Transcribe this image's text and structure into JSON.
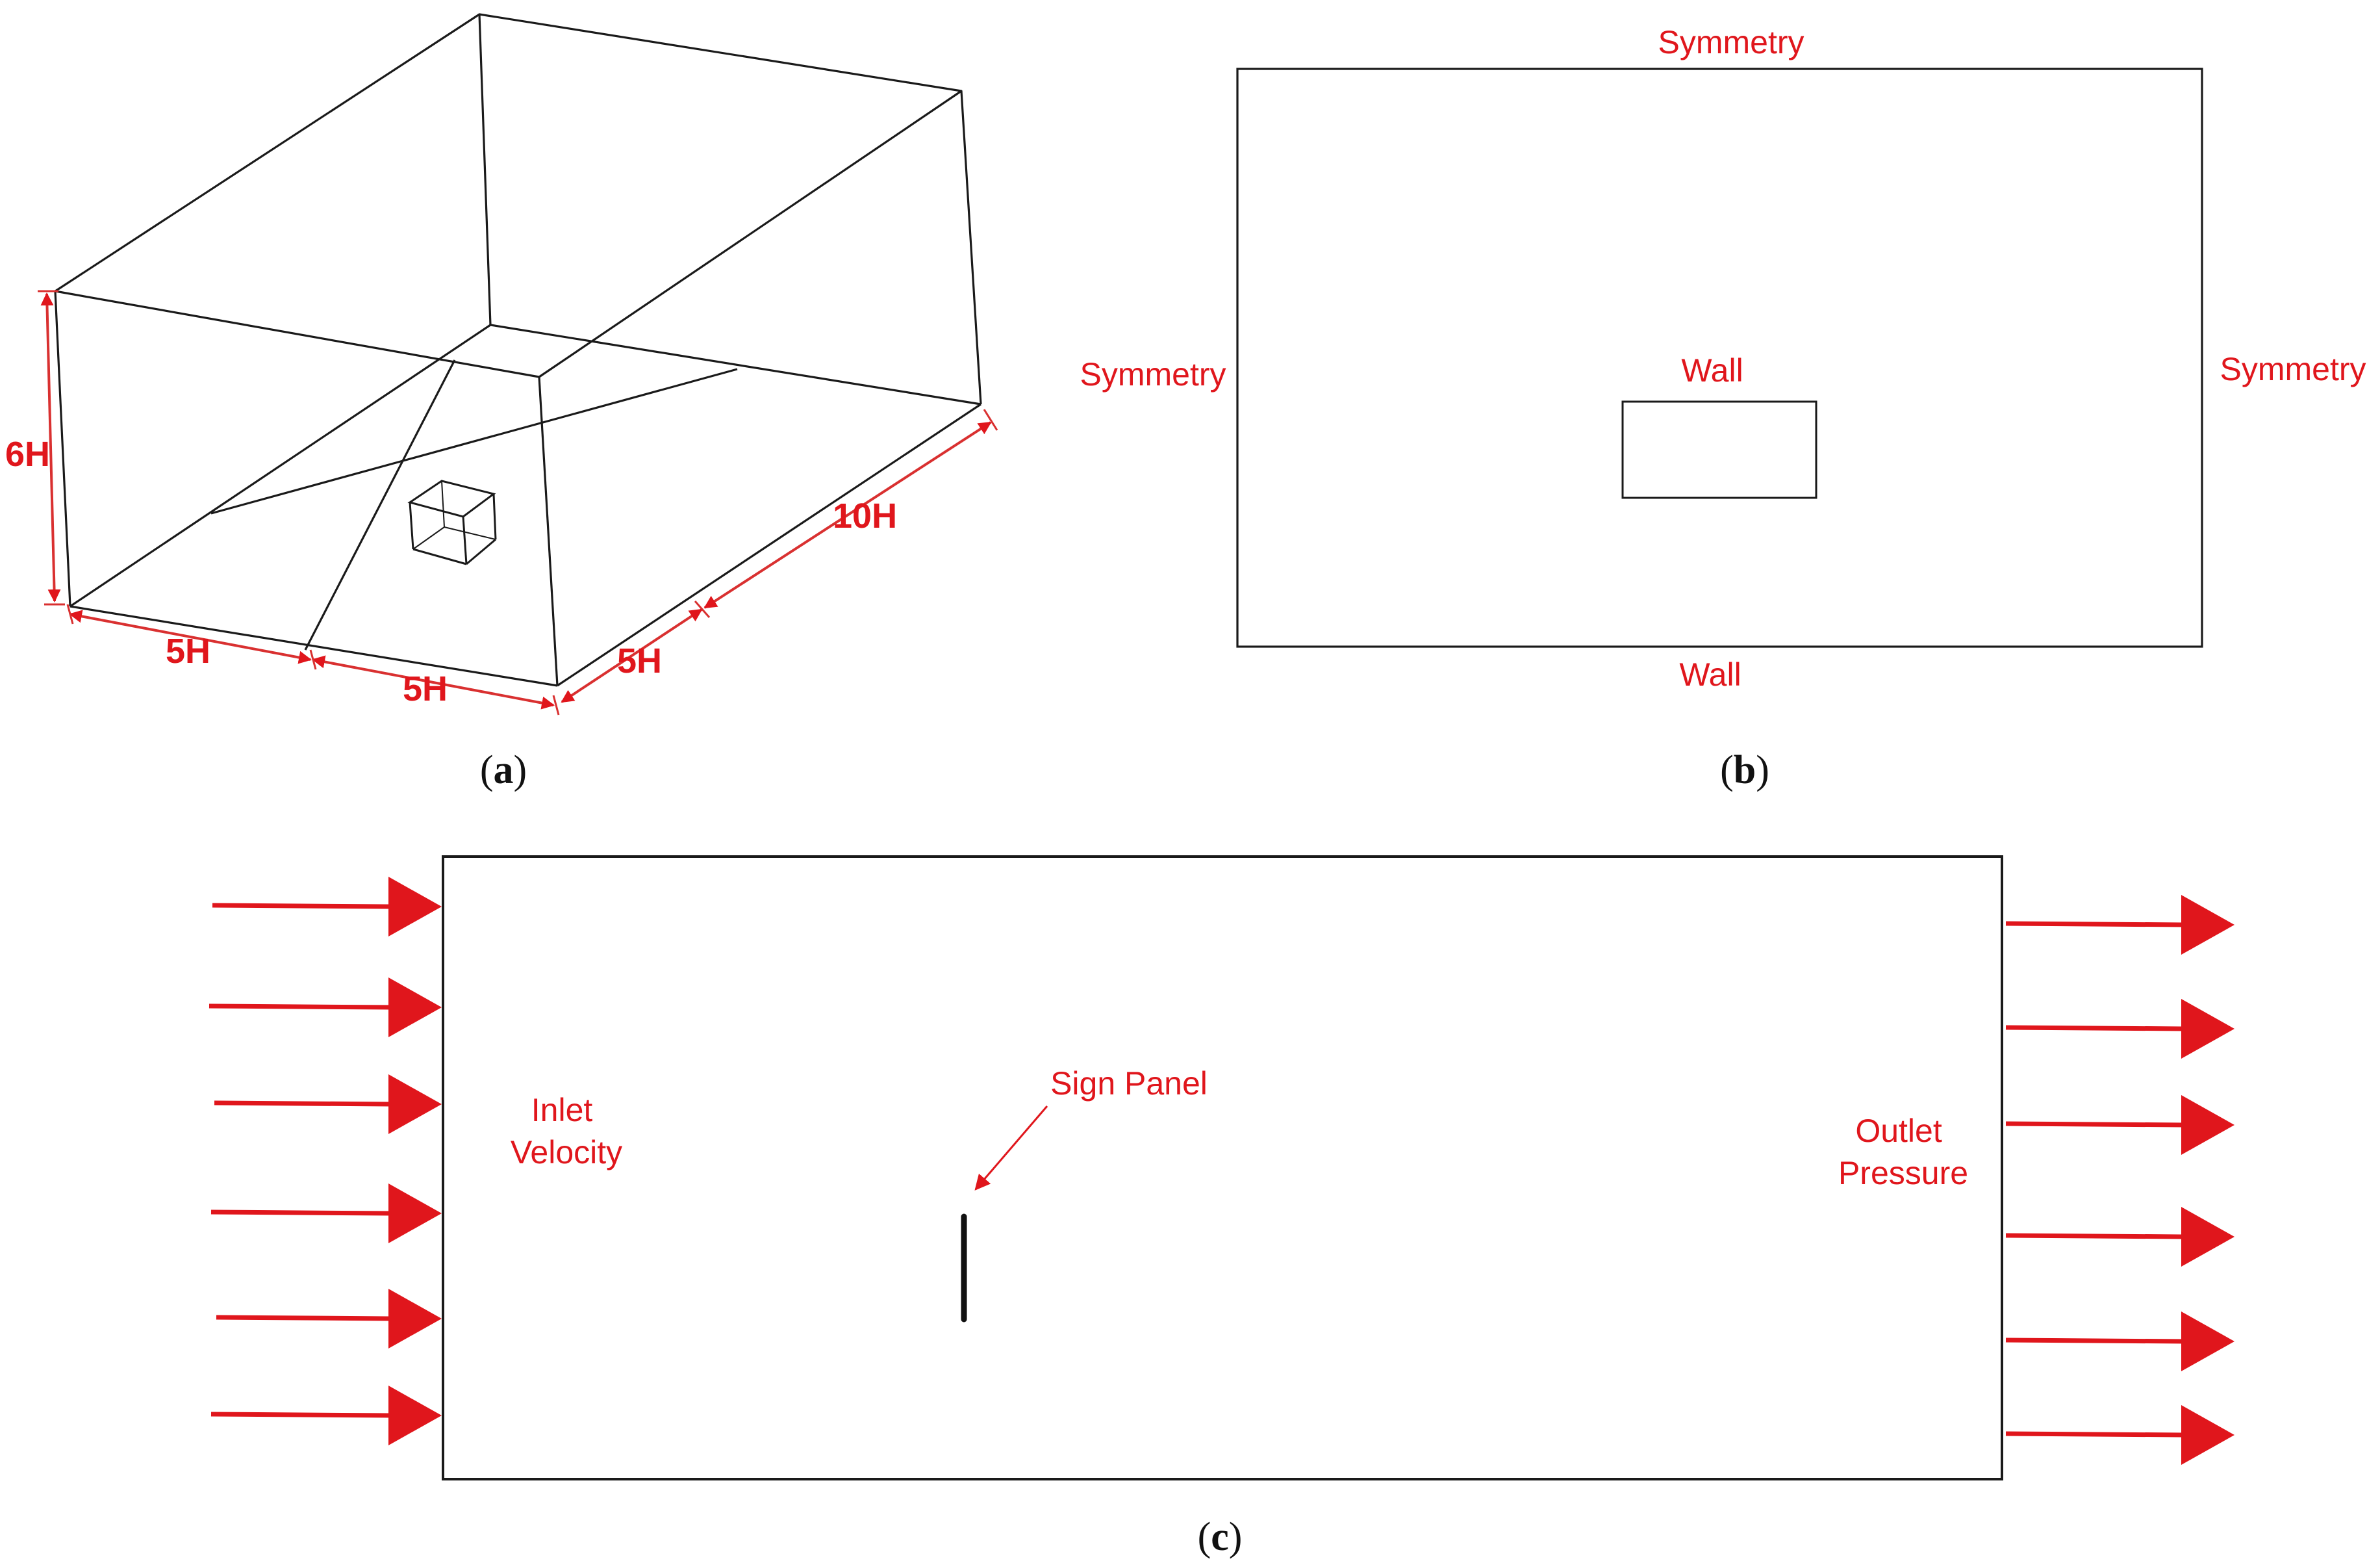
{
  "colors": {
    "annotation": "#e0161c",
    "dimension": "#d93030",
    "outline": "#1a1a1a",
    "background": "#ffffff"
  },
  "panel_a": {
    "caption_open": "(",
    "caption_letter": "a",
    "caption_close": ")",
    "dims": {
      "height": "6H",
      "front_left": "5H",
      "front_right": "5H",
      "side_front": "5H",
      "side_back": "10H"
    }
  },
  "panel_b": {
    "caption_open": "(",
    "caption_letter": "b",
    "caption_close": ")",
    "top_boundary": "Symmetry",
    "left_boundary": "Symmetry",
    "right_boundary": "Symmetry",
    "bottom_boundary": "Wall",
    "obstacle_label": "Wall"
  },
  "panel_c": {
    "caption_open": "(",
    "caption_letter": "c",
    "caption_close": ")",
    "inlet_line1": "Inlet",
    "inlet_line2": "Velocity",
    "outlet_line1": "Outlet",
    "outlet_line2": "Pressure",
    "panel_label": "Sign Panel",
    "inlet_arrow_count": 6,
    "outlet_arrow_count": 6
  }
}
